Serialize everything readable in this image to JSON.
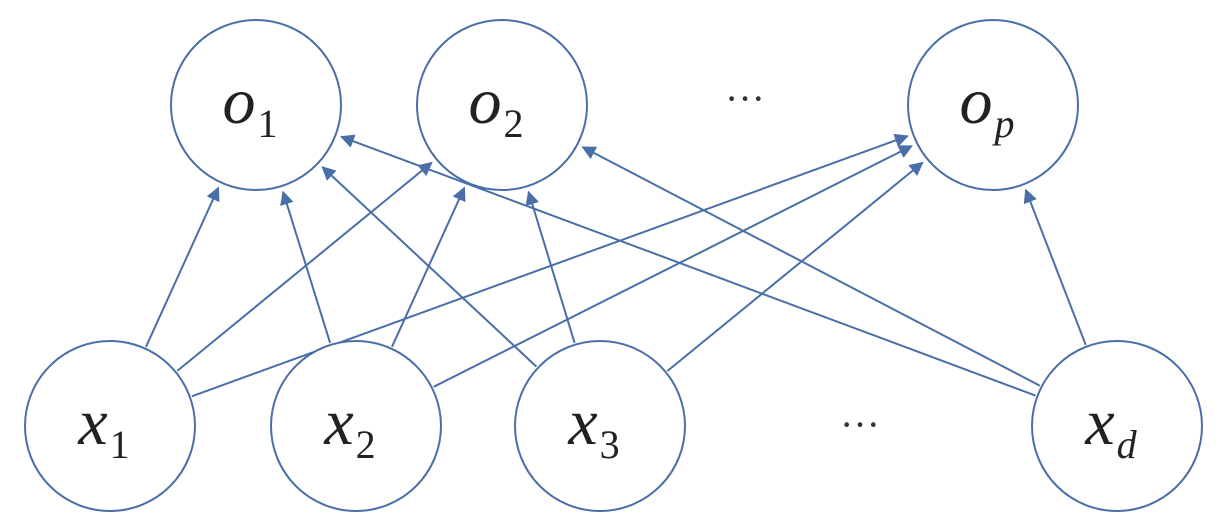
{
  "output_nodes": [
    {
      "id": "o1",
      "base": "o",
      "sub": "1"
    },
    {
      "id": "o2",
      "base": "o",
      "sub": "2"
    },
    {
      "id": "op",
      "base": "o",
      "sub": "p"
    }
  ],
  "input_nodes": [
    {
      "id": "x1",
      "base": "x",
      "sub": "1"
    },
    {
      "id": "x2",
      "base": "x",
      "sub": "2"
    },
    {
      "id": "x3",
      "base": "x",
      "sub": "3"
    },
    {
      "id": "xd",
      "base": "x",
      "sub": "d"
    }
  ],
  "ellipsis": {
    "outputs": "···",
    "inputs": "···"
  },
  "edges": [
    {
      "from": "x1",
      "to": "o1"
    },
    {
      "from": "x1",
      "to": "o2"
    },
    {
      "from": "x1",
      "to": "op"
    },
    {
      "from": "x2",
      "to": "o1"
    },
    {
      "from": "x2",
      "to": "o2"
    },
    {
      "from": "x2",
      "to": "op"
    },
    {
      "from": "x3",
      "to": "o1"
    },
    {
      "from": "x3",
      "to": "o2"
    },
    {
      "from": "x3",
      "to": "op"
    },
    {
      "from": "xd",
      "to": "o1"
    },
    {
      "from": "xd",
      "to": "o2"
    },
    {
      "from": "xd",
      "to": "op"
    }
  ],
  "colors": {
    "stroke": "#4a6fa8",
    "text": "#222222"
  }
}
